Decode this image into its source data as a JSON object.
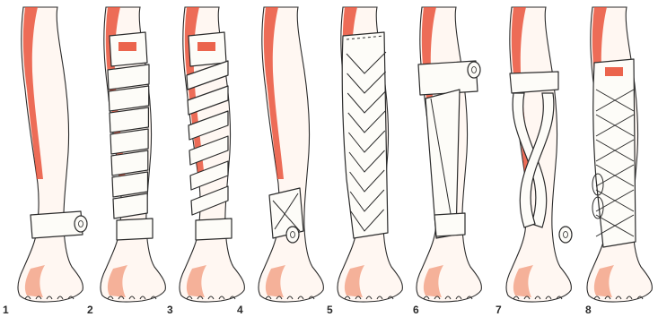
{
  "figure": {
    "colors": {
      "skin": "#f4a98f",
      "skin_shadow": "#e8492f",
      "outline": "#2b2b2b",
      "bandage": "#fdfcf8"
    },
    "steps": [
      {
        "number": "1",
        "stage": "bare-leg-with-ankle-anchor"
      },
      {
        "number": "2",
        "stage": "circular-turns"
      },
      {
        "number": "3",
        "stage": "spiral-turns"
      },
      {
        "number": "4",
        "stage": "ankle-figure-eight-start"
      },
      {
        "number": "5",
        "stage": "reverse-spiral-herringbone"
      },
      {
        "number": "6",
        "stage": "figure-eight-start"
      },
      {
        "number": "7",
        "stage": "figure-eight-crossing"
      },
      {
        "number": "8",
        "stage": "completed-figure-eight"
      }
    ]
  }
}
